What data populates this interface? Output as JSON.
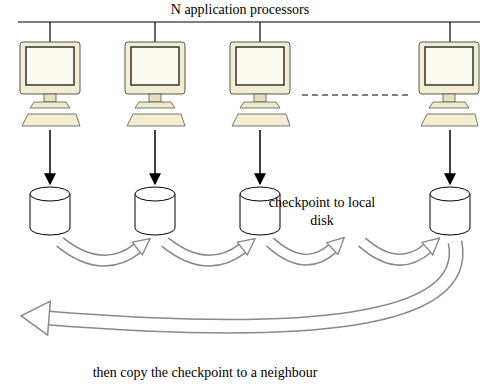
{
  "diagram": {
    "labels": [
      "N application processors",
      "checkpoint to local disk",
      "then copy the checkpoint to a neighbour"
    ]
  }
}
